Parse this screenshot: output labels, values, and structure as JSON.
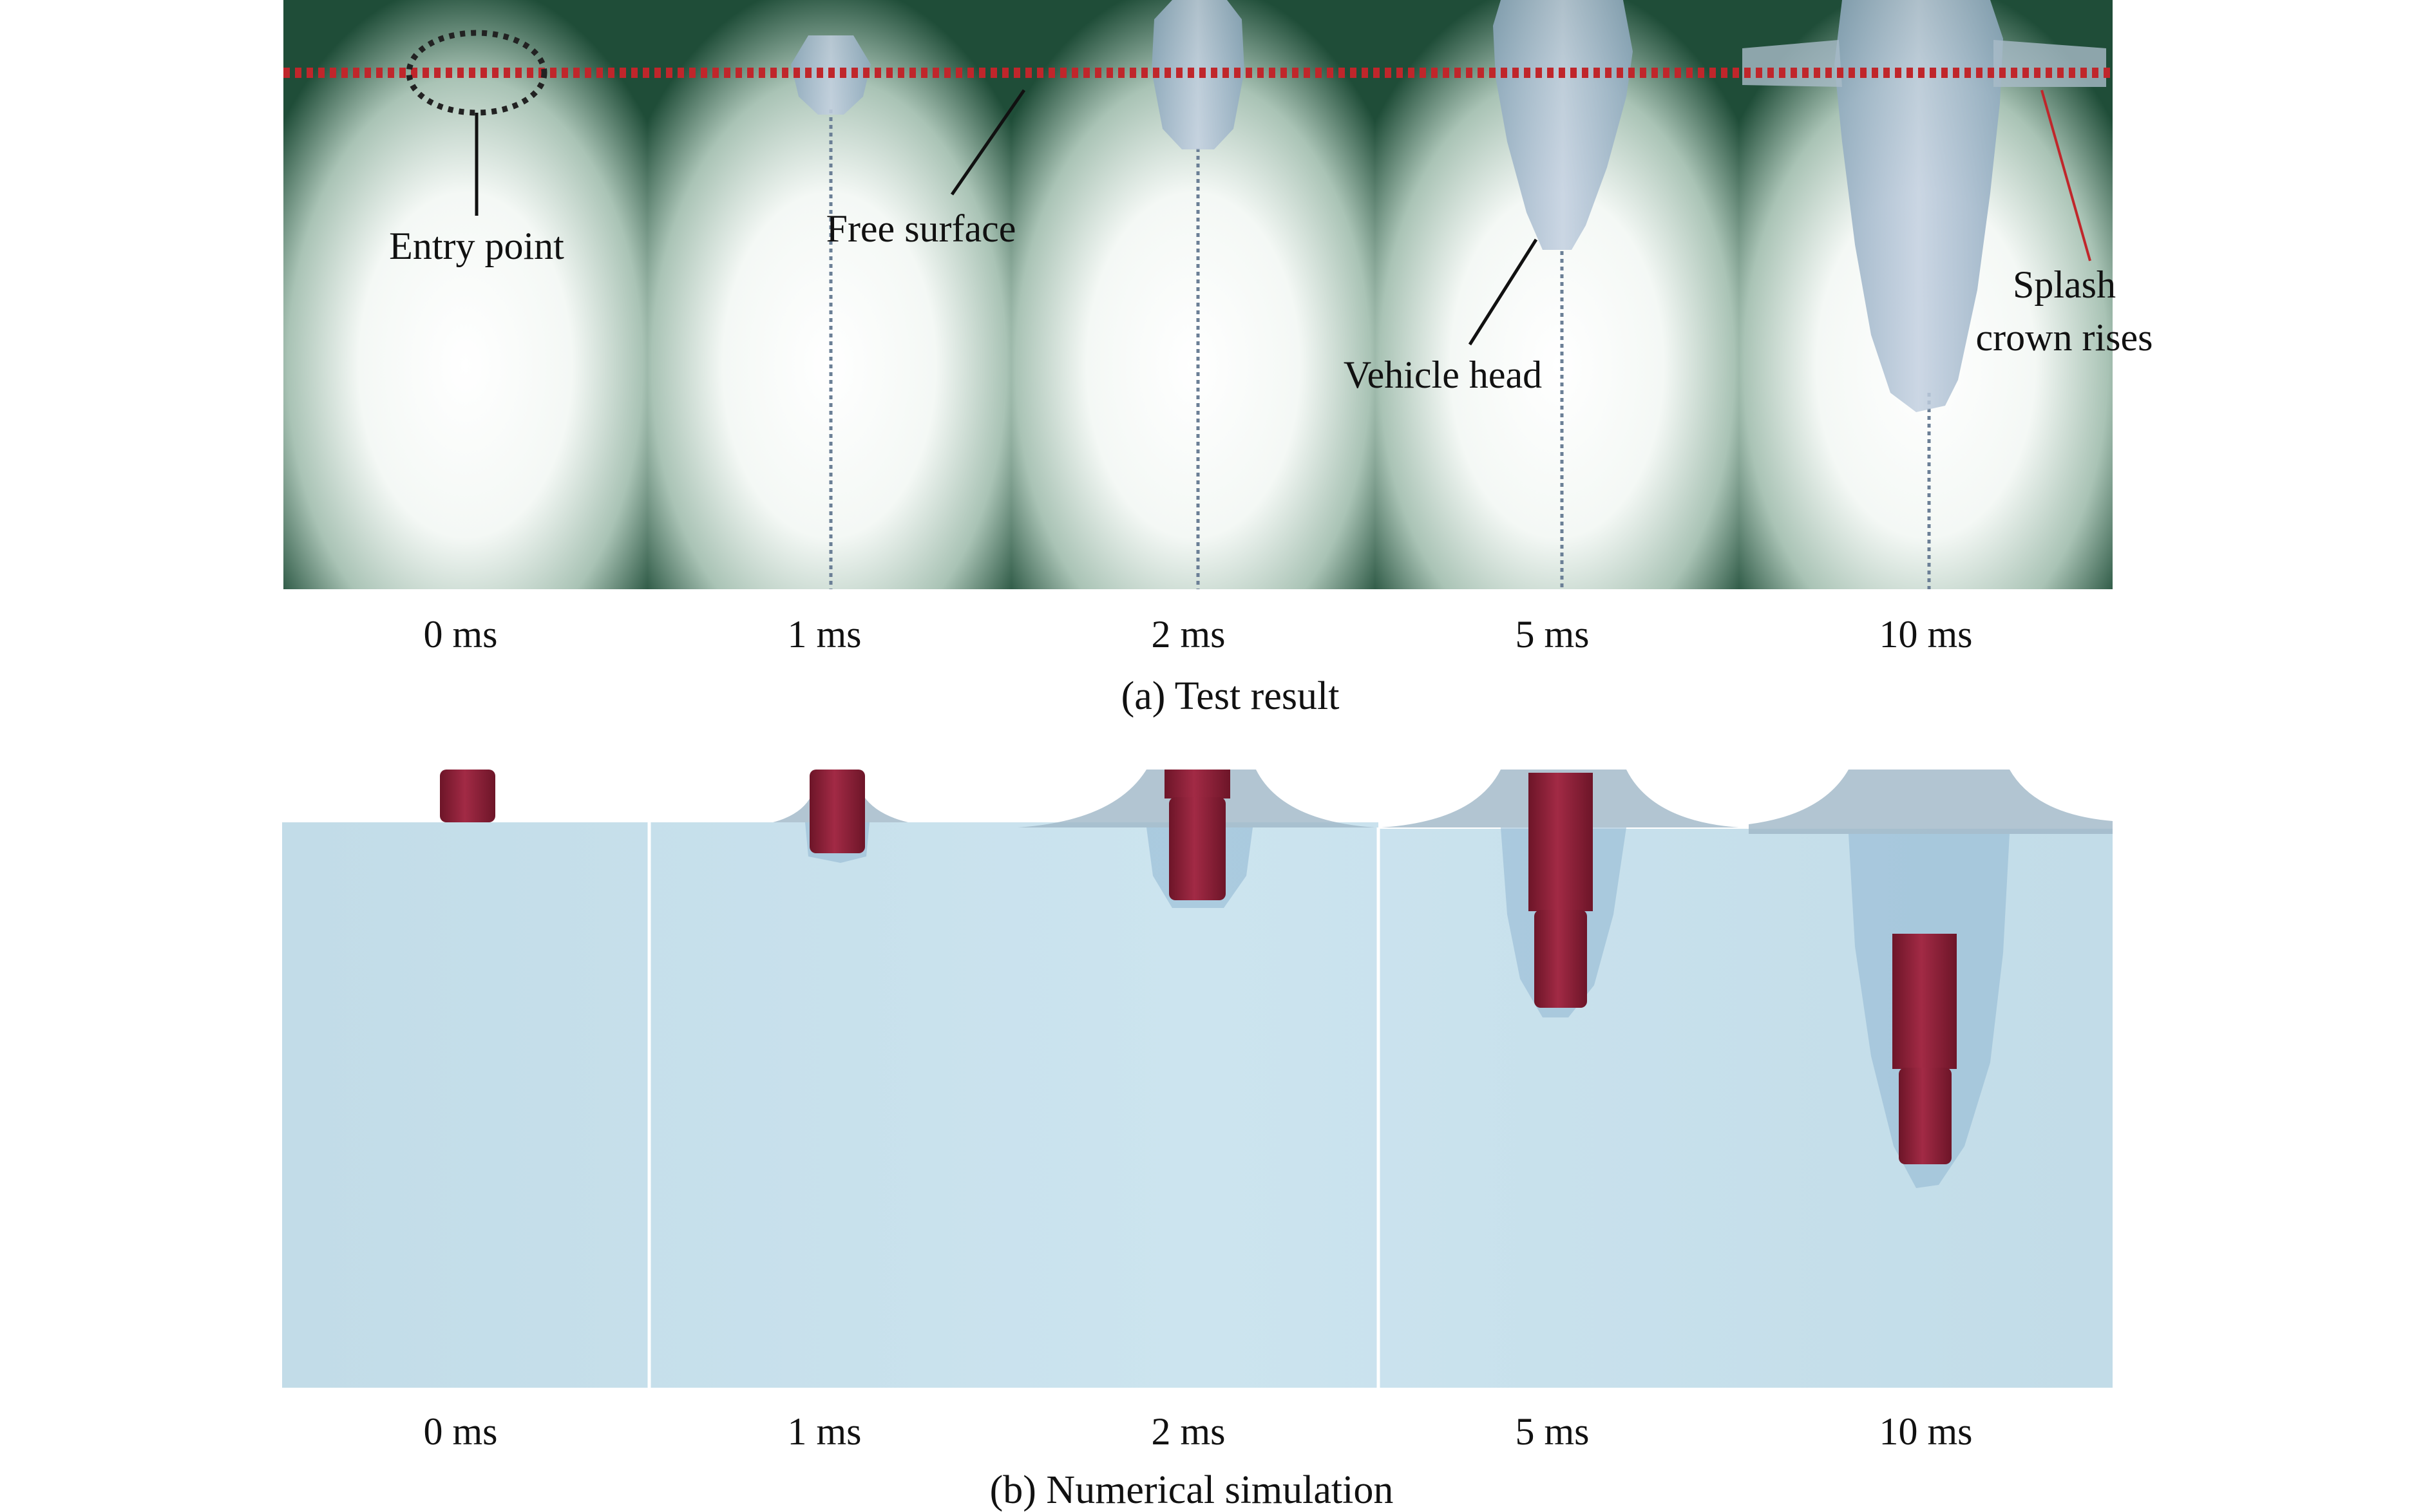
{
  "panel_a": {
    "caption": "(a) Test result",
    "time_labels": [
      "0 ms",
      "1 ms",
      "2 ms",
      "5 ms",
      "10 ms"
    ],
    "annotations": {
      "entry_point": "Entry point",
      "free_surface": "Free surface",
      "vehicle_head": "Vehicle head",
      "splash_line1": "Splash",
      "splash_line2": "crown rises"
    }
  },
  "panel_b": {
    "caption": "(b) Numerical simulation",
    "time_labels": [
      "0 ms",
      "1 ms",
      "2 ms",
      "5 ms",
      "10 ms"
    ]
  },
  "colors": {
    "surface_marker": "#c0262b",
    "vehicle": "#8e2038",
    "water": "#c8e1ec",
    "cavity": "#9cc2d8",
    "photo_edge": "#2f5a45"
  }
}
